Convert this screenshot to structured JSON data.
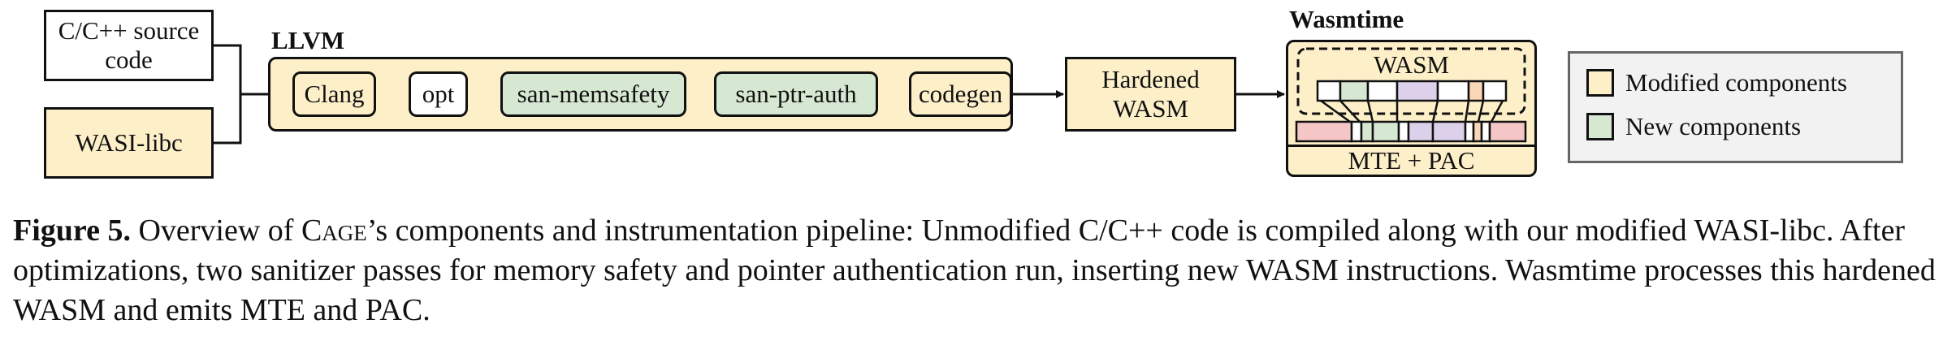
{
  "diagram": {
    "source_box": "C/C++ source code",
    "wasi_box": "WASI-libc",
    "llvm_label": "LLVM",
    "stages": [
      {
        "label": "Clang",
        "kind": "modified"
      },
      {
        "label": "opt",
        "kind": "plain"
      },
      {
        "label": "san-memsafety",
        "kind": "new"
      },
      {
        "label": "san-ptr-auth",
        "kind": "new"
      },
      {
        "label": "codegen",
        "kind": "modified"
      }
    ],
    "hardened_box": "Hardened WASM",
    "wasmtime_label": "Wasmtime",
    "wasm_label": "WASM",
    "runtime_label": "MTE + PAC"
  },
  "legend": {
    "items": [
      {
        "label": "Modified components",
        "color": "#fdf0c9"
      },
      {
        "label": "New components",
        "color": "#d6e8d2"
      }
    ]
  },
  "caption": {
    "figure_label": "Figure 5.",
    "text_before": "Overview of",
    "system_name": "Cage",
    "text_after": "’s components and instrumentation pipeline: Unmodified C/C++ code is compiled along with our modified WASI-libc. After optimizations, two sanitizer passes for memory safety and pointer authentication run, inserting new WASM instructions. Wasmtime processes this hardened WASM and emits MTE and PAC."
  },
  "colors": {
    "modified": "#fdf0c9",
    "new": "#d6e8d2",
    "plain": "#ffffff",
    "cell_pink": "#f4c6c6",
    "cell_purple": "#ddd0ea",
    "cell_orange": "#fad7b7",
    "cell_green": "#d6e8d2"
  }
}
